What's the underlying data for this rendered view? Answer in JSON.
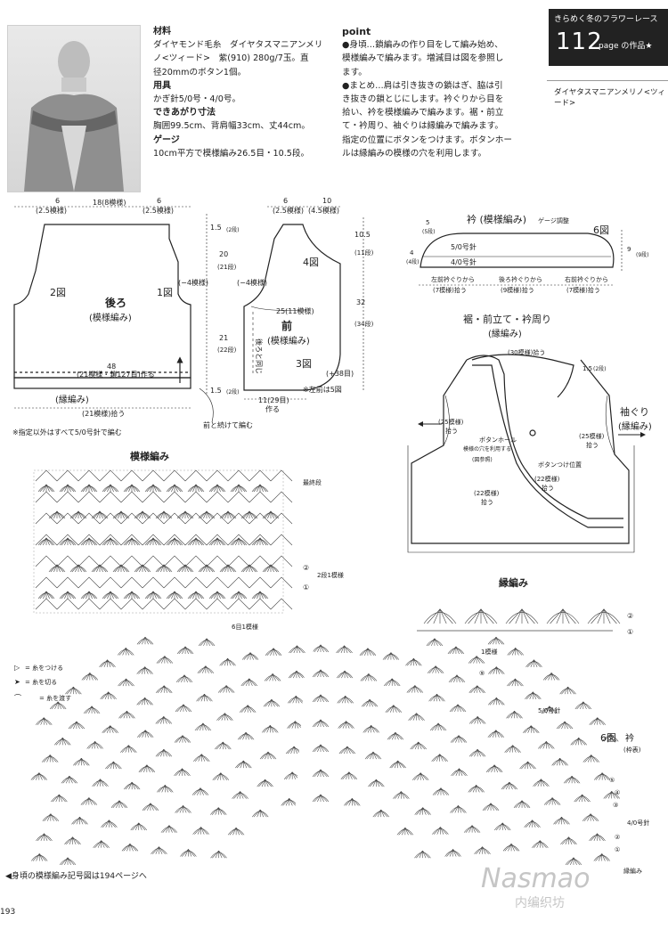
{
  "materials": {
    "heading": "材料",
    "line1": "ダイヤモンド毛糸　ダイヤタスマニアンメリ",
    "line2": "ノ<ツィード>　紫(910) 280g/7玉。直",
    "line3": "径20mmのボタン1個。",
    "tools_heading": "用具",
    "tools": "かぎ針5/0号・4/0号。",
    "size_heading": "できあがり寸法",
    "size": "胸囲99.5cm、背肩幅33cm、丈44cm。",
    "gauge_heading": "ゲージ",
    "gauge": "10cm平方で模様編み26.5目・10.5段。"
  },
  "point": {
    "heading": "point",
    "l1": "●身頃…鎖編みの作り目をして編み始め、",
    "l2": "模様編みで編みます。増減目は図を参照し",
    "l3": "ます。",
    "l4": "●まとめ…肩は引き抜きの鎖はぎ、脇は引",
    "l5": "き抜きの鎖とじにします。衿ぐりから目を",
    "l6": "拾い、衿を模様編みで編みます。裾・前立",
    "l7": "て・衿周り、袖ぐりは縁編みで編みます。",
    "l8": "指定の位置にボタンをつけます。ボタンホー",
    "l9": "ルは縁編みの模様の穴を利用します。"
  },
  "badge": {
    "series": "きらめく冬のフラワーレース",
    "number": "112",
    "page_label": "page の作品★",
    "yarn": "ダイヤタスマニアンメリノ<ツィード>"
  },
  "back": {
    "fig": "2図",
    "fig2": "1図",
    "name": "後ろ",
    "pattern": "(模様編み)",
    "top_left": "6",
    "top_left_sub": "(2.5模様)",
    "top_mid": "18(8模様)",
    "top_right": "6",
    "top_right_sub": "(2.5模様)",
    "armhole_dec": "(−4模様)",
    "width": "48",
    "width_sub": "(21模様・鎖127目)作る",
    "edge": "(縁編み)",
    "pickup": "(21模様)拾う",
    "note": "※指定以外はすべて5/0号針で編む",
    "dim_1_5a": "1.5",
    "dim_1_5a_sub": "(2段)",
    "dim_20": "20",
    "dim_20_sub": "(21段)",
    "dim_21": "21",
    "dim_21_sub": "(22段)",
    "dim_1_5b": "1.5",
    "dim_1_5b_sub": "(2段)",
    "continue_note": "前と続けて編む"
  },
  "front": {
    "top_a": "6",
    "top_a_sub": "(2.5模様)",
    "top_b": "10",
    "top_b_sub": "(4.5模様)",
    "dec": "(−4模様)",
    "fig4": "4図",
    "rows": "25(11模様)",
    "name": "前",
    "pattern": "(模様編み)",
    "same": "後ろと同じ",
    "fig3": "3図",
    "plus": "(+38目)",
    "bottom": "11(29目)",
    "bottom_sub": "作る",
    "left_note": "※左前は5図",
    "h1": "10.5",
    "h1_sub": "(11段)",
    "h2": "32",
    "h2_sub": "(34段)"
  },
  "collar": {
    "title": "衿 (模様編み)",
    "gauge_note": "ゲージ調整",
    "fig": "6図",
    "needle5": "5/0号針",
    "needle4": "4/0号針",
    "left": "5",
    "left_sub": "(5段)",
    "left2": "4",
    "left2_sub": "(4段)",
    "right": "9",
    "right_sub": "(9段)",
    "p1": "左前衿ぐりから",
    "p1b": "(7模様)拾う",
    "p2": "後ろ衿ぐりから",
    "p2b": "(9模様)拾う",
    "p3": "右前衿ぐりから",
    "p3b": "(7模様)拾う"
  },
  "edging": {
    "title": "裾・前立て・衿周り",
    "subtitle": "(縁編み)",
    "sleeve": "袖ぐり",
    "sleeve_sub": "(縁編み)",
    "top": "(30模様)拾う",
    "dim": "1.5",
    "dim_sub": "(2段)",
    "left": "(25模様)",
    "left_sub": "拾う",
    "right": "(25模様)",
    "right_sub": "拾う",
    "hole": "ボタンホール",
    "hole2": "模様の穴を利用する",
    "ref": "(図参照)",
    "btn": "ボタンつけ位置",
    "p22a": "(22模様)",
    "p22a_sub": "拾う",
    "p22b": "(22模様)",
    "p22b_sub": "拾う"
  },
  "pattern_chart": {
    "title": "模様編み",
    "last": "最終段",
    "rows": "2段1模様",
    "repeat": "6目1模様",
    "m2": "②",
    "m1": "①"
  },
  "edge_chart": {
    "title": "縁編み",
    "repeat": "1模様",
    "m2": "②",
    "m1": "①"
  },
  "legend": {
    "a": "= 糸をつける",
    "b": "= 糸を切る",
    "c": "= 糸を渡す"
  },
  "collar_chart": {
    "fig": "6図",
    "name": "衿",
    "name_sub": "(枠表)",
    "needle5": "5/0号針",
    "needle4": "4/0号針",
    "edge": "縁編み",
    "m9": "⑨",
    "m5": "⑤",
    "m4": "④",
    "m3": "③",
    "m2": "②",
    "m1": "①"
  },
  "footer": {
    "note": "◀身頃の模様編み記号図は194ページへ",
    "page": "193",
    "watermark": "Nasmao",
    "watermark2": "内编织坊"
  },
  "colors": {
    "ink": "#222222",
    "band": "#222222",
    "paper": "#ffffff"
  },
  "photo": {
    "description_icon": "model-photo"
  }
}
